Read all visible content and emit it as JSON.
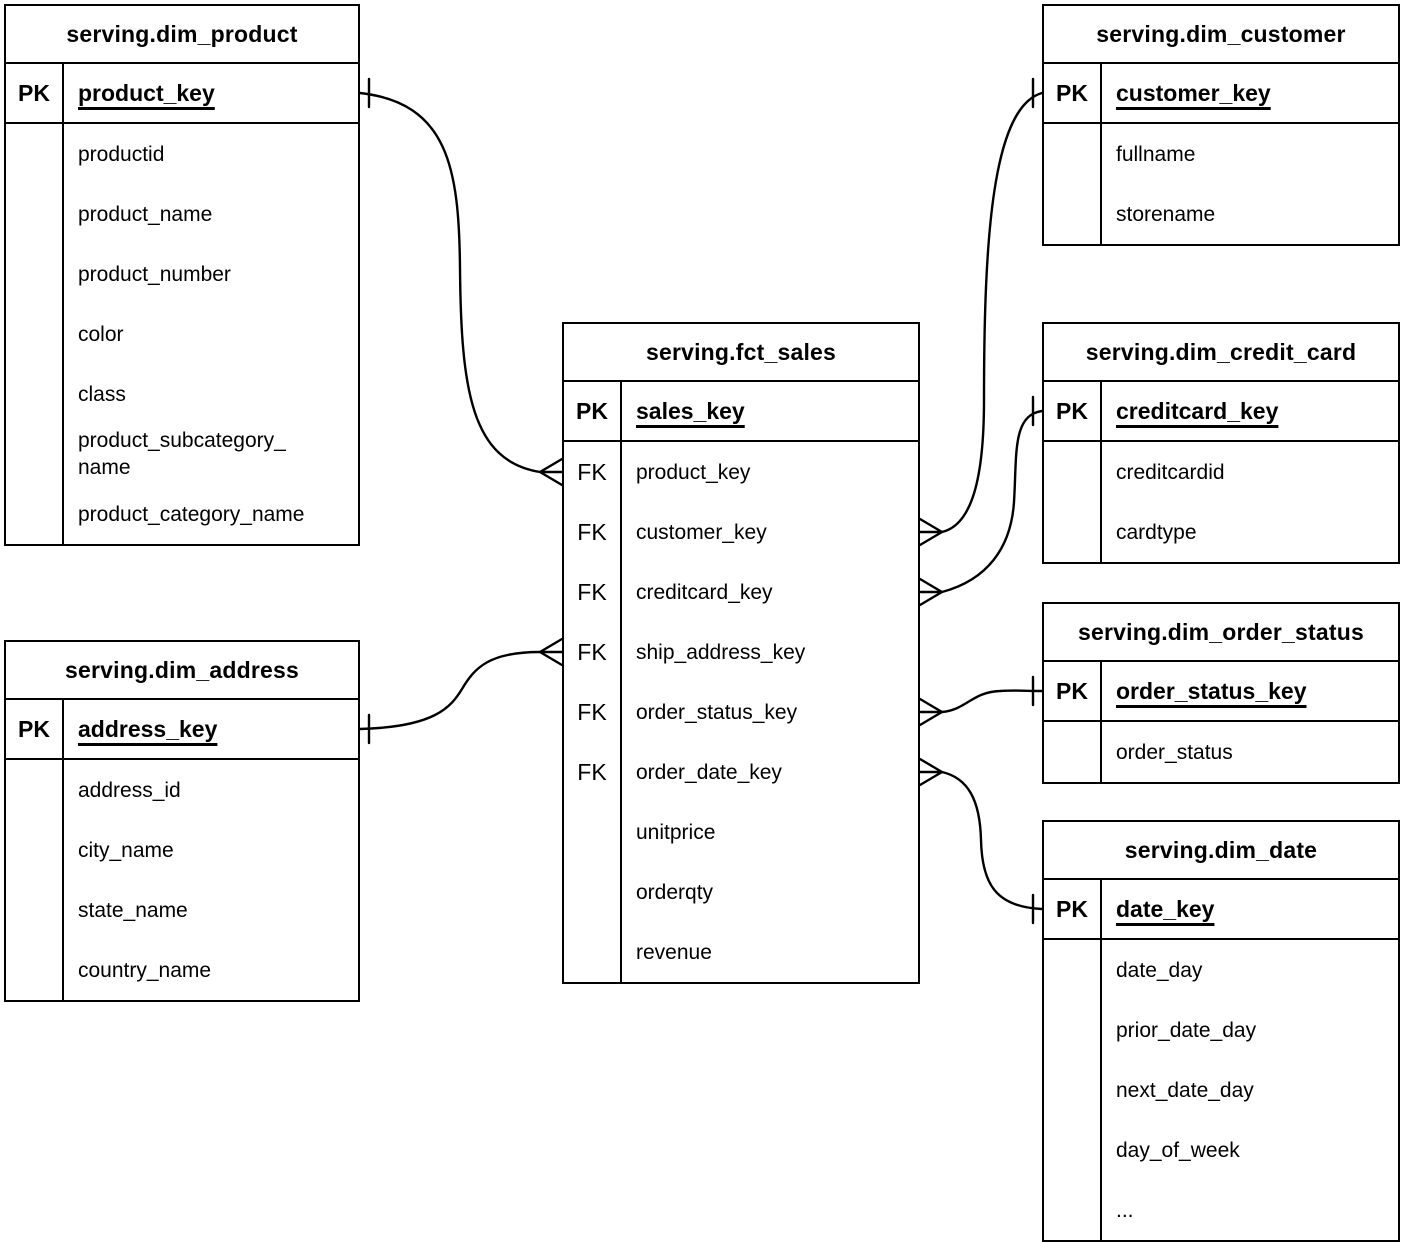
{
  "diagram": {
    "colors": {
      "line": "#000000",
      "background": "#ffffff",
      "text": "#000000"
    },
    "tables": [
      {
        "id": "dim_product",
        "title": "serving.dim_product",
        "key_row": {
          "gutter": "PK",
          "field": "product_key"
        },
        "rows": [
          {
            "gutter": "",
            "label": "productid"
          },
          {
            "gutter": "",
            "label": "product_name"
          },
          {
            "gutter": "",
            "label": "product_number"
          },
          {
            "gutter": "",
            "label": "color"
          },
          {
            "gutter": "",
            "label": "class"
          },
          {
            "gutter": "",
            "label": "product_subcategory_\nname"
          },
          {
            "gutter": "",
            "label": "product_category_name"
          }
        ]
      },
      {
        "id": "dim_address",
        "title": "serving.dim_address",
        "key_row": {
          "gutter": "PK",
          "field": "address_key"
        },
        "rows": [
          {
            "gutter": "",
            "label": "address_id"
          },
          {
            "gutter": "",
            "label": "city_name"
          },
          {
            "gutter": "",
            "label": "state_name"
          },
          {
            "gutter": "",
            "label": "country_name"
          }
        ]
      },
      {
        "id": "fct_sales",
        "title": "serving.fct_sales",
        "key_row": {
          "gutter": "PK",
          "field": "sales_key"
        },
        "rows": [
          {
            "gutter": "FK",
            "label": "product_key"
          },
          {
            "gutter": "FK",
            "label": "customer_key"
          },
          {
            "gutter": "FK",
            "label": "creditcard_key"
          },
          {
            "gutter": "FK",
            "label": "ship_address_key"
          },
          {
            "gutter": "FK",
            "label": "order_status_key"
          },
          {
            "gutter": "FK",
            "label": "order_date_key"
          },
          {
            "gutter": "",
            "label": "unitprice"
          },
          {
            "gutter": "",
            "label": "orderqty"
          },
          {
            "gutter": "",
            "label": "revenue"
          }
        ]
      },
      {
        "id": "dim_customer",
        "title": "serving.dim_customer",
        "key_row": {
          "gutter": "PK",
          "field": "customer_key"
        },
        "rows": [
          {
            "gutter": "",
            "label": "fullname"
          },
          {
            "gutter": "",
            "label": "storename"
          }
        ]
      },
      {
        "id": "dim_credit_card",
        "title": "serving.dim_credit_card",
        "key_row": {
          "gutter": "PK",
          "field": "creditcard_key"
        },
        "rows": [
          {
            "gutter": "",
            "label": "creditcardid"
          },
          {
            "gutter": "",
            "label": "cardtype"
          }
        ]
      },
      {
        "id": "dim_order_status",
        "title": "serving.dim_order_status",
        "key_row": {
          "gutter": "PK",
          "field": "order_status_key"
        },
        "rows": [
          {
            "gutter": "",
            "label": "order_status"
          }
        ]
      },
      {
        "id": "dim_date",
        "title": "serving.dim_date",
        "key_row": {
          "gutter": "PK",
          "field": "date_key"
        },
        "rows": [
          {
            "gutter": "",
            "label": "date_day"
          },
          {
            "gutter": "",
            "label": "prior_date_day"
          },
          {
            "gutter": "",
            "label": "next_date_day"
          },
          {
            "gutter": "",
            "label": "day_of_week"
          },
          {
            "gutter": "",
            "label": "..."
          }
        ]
      }
    ],
    "relationships": [
      {
        "from_table": "serving.dim_product",
        "from_field": "product_key",
        "from_cardinality": "one",
        "to_table": "serving.fct_sales",
        "to_field": "product_key",
        "to_cardinality": "many"
      },
      {
        "from_table": "serving.dim_customer",
        "from_field": "customer_key",
        "from_cardinality": "one",
        "to_table": "serving.fct_sales",
        "to_field": "customer_key",
        "to_cardinality": "many"
      },
      {
        "from_table": "serving.dim_credit_card",
        "from_field": "creditcard_key",
        "from_cardinality": "one",
        "to_table": "serving.fct_sales",
        "to_field": "creditcard_key",
        "to_cardinality": "many"
      },
      {
        "from_table": "serving.dim_address",
        "from_field": "address_key",
        "from_cardinality": "one",
        "to_table": "serving.fct_sales",
        "to_field": "ship_address_key",
        "to_cardinality": "many"
      },
      {
        "from_table": "serving.dim_order_status",
        "from_field": "order_status_key",
        "from_cardinality": "one",
        "to_table": "serving.fct_sales",
        "to_field": "order_status_key",
        "to_cardinality": "many"
      },
      {
        "from_table": "serving.dim_date",
        "from_field": "date_key",
        "from_cardinality": "one",
        "to_table": "serving.fct_sales",
        "to_field": "order_date_key",
        "to_cardinality": "many"
      }
    ]
  }
}
